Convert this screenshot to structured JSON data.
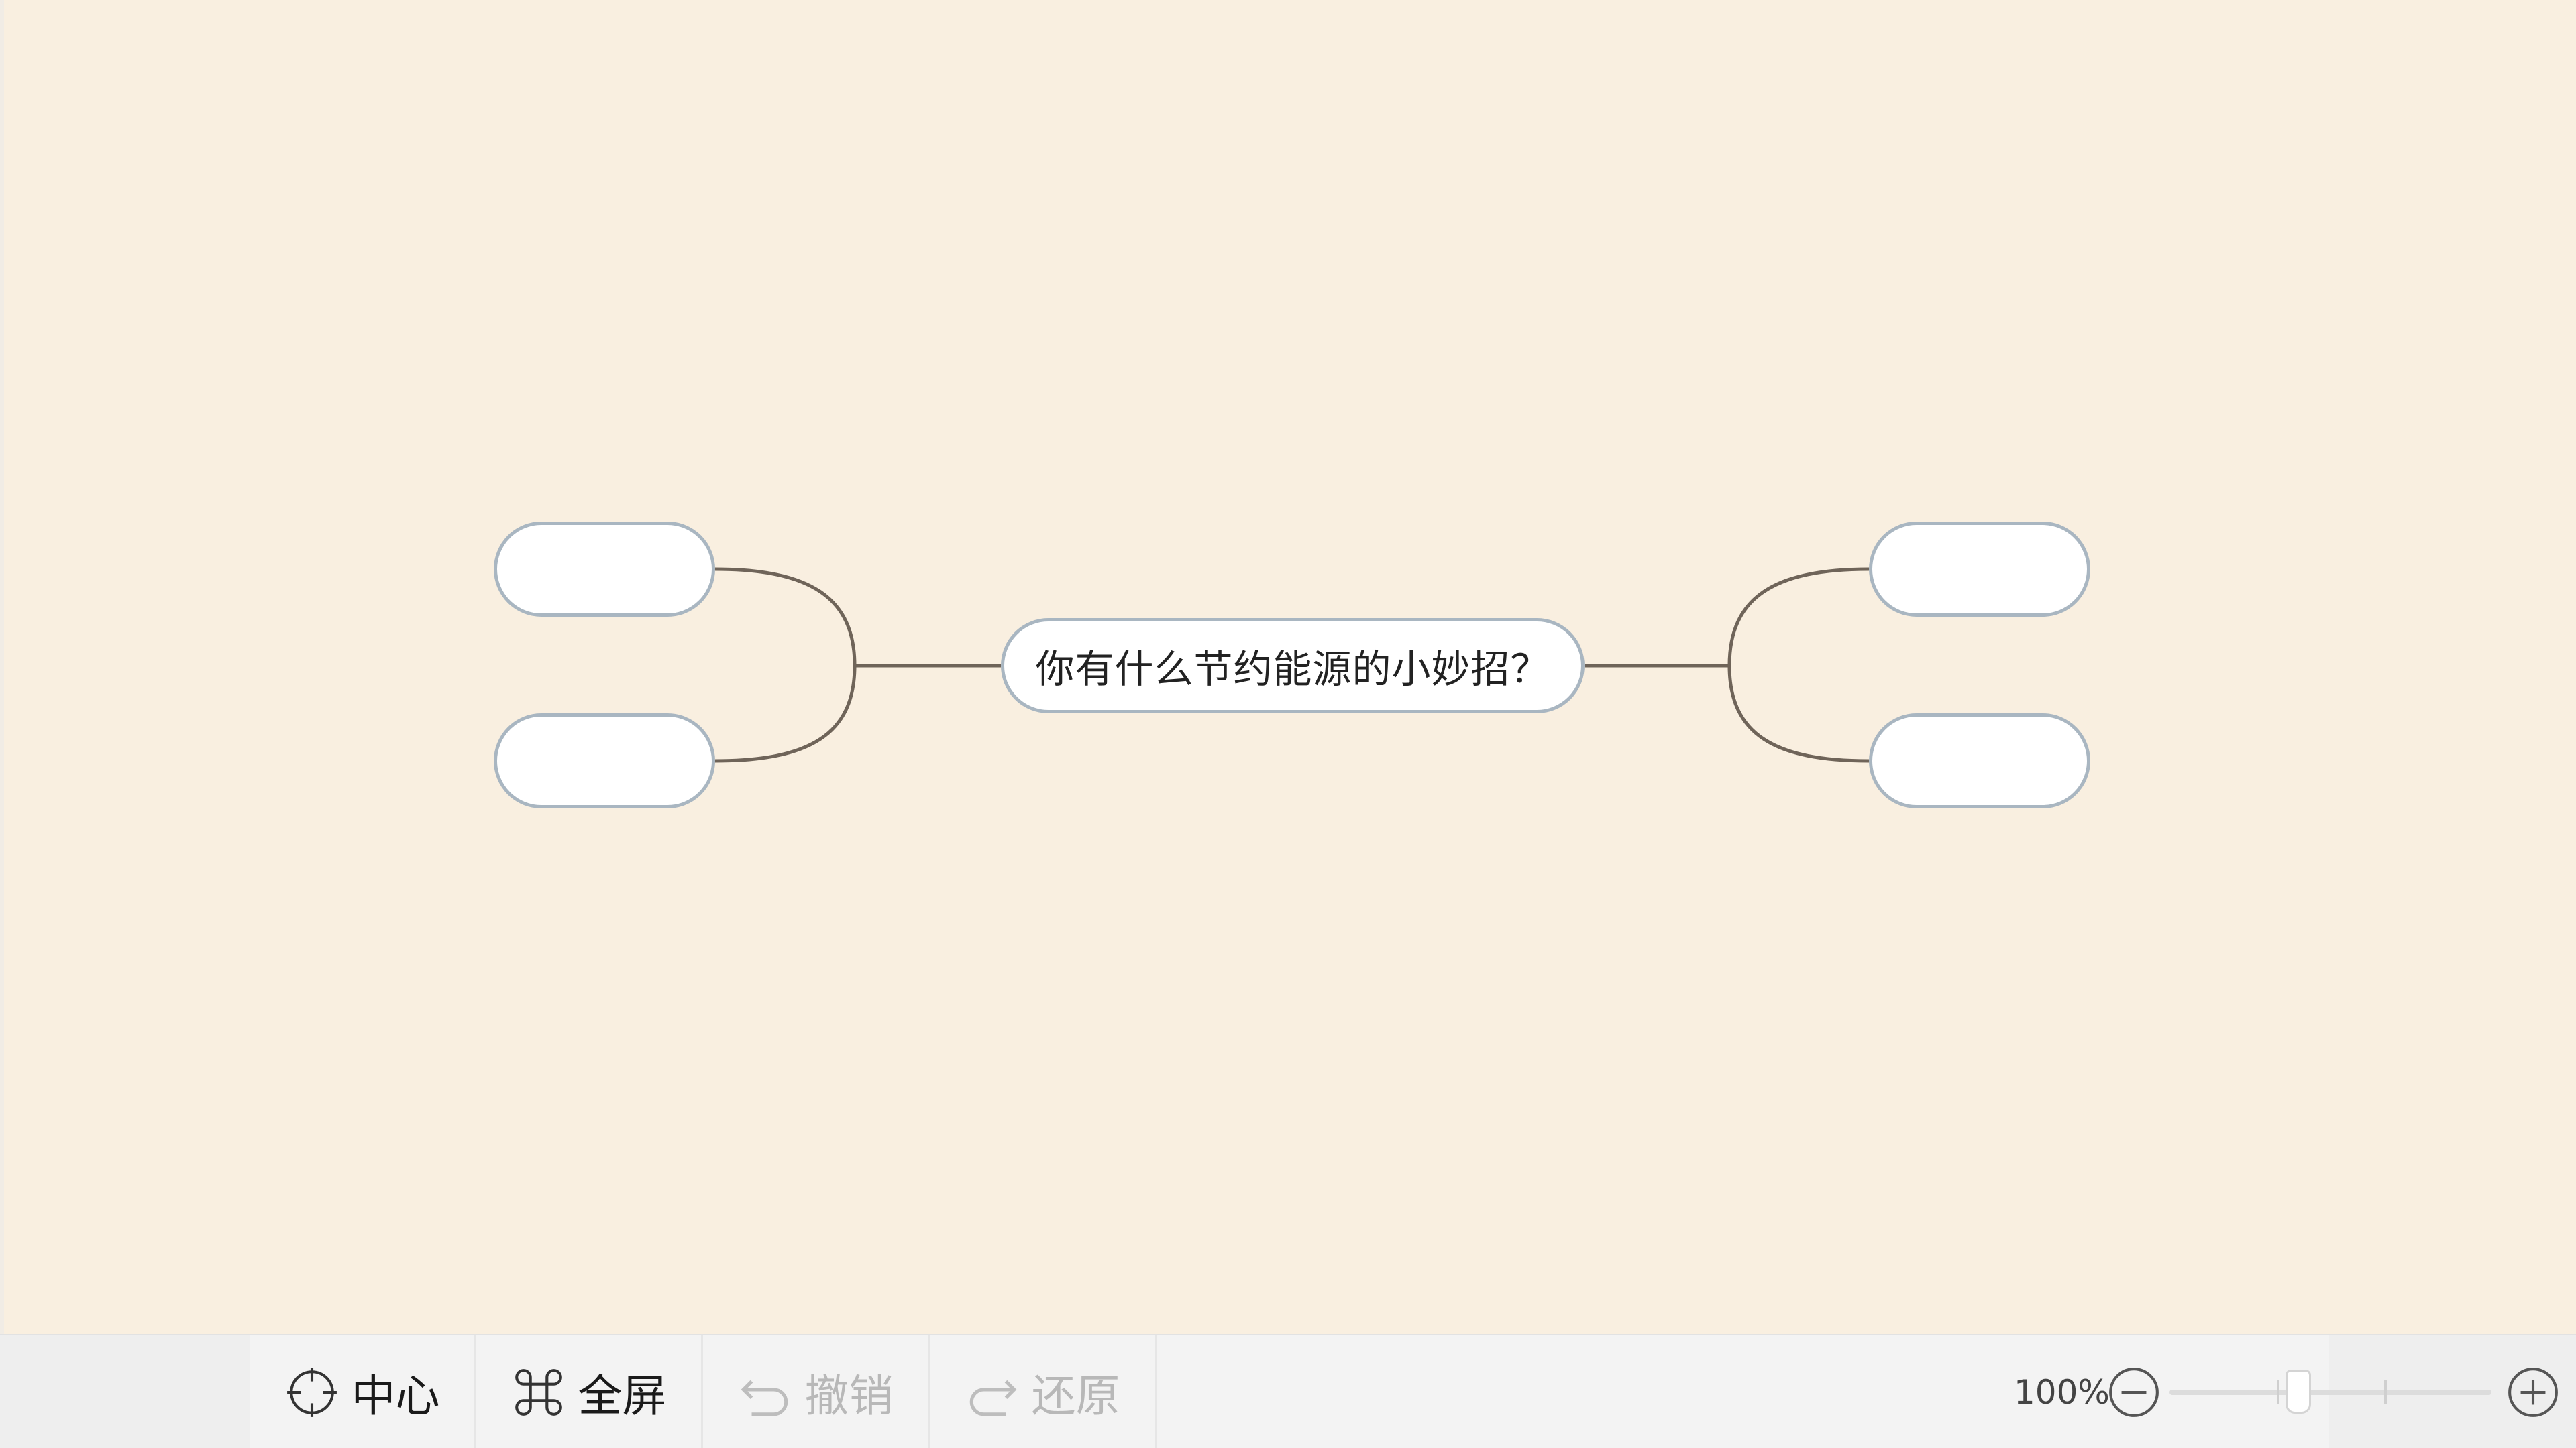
{
  "mindmap": {
    "central_topic": "你有什么节约能源的小妙招？",
    "subtopics": [
      {
        "label": ""
      },
      {
        "label": ""
      },
      {
        "label": ""
      },
      {
        "label": ""
      }
    ]
  },
  "toolbar": {
    "center_label": "中心",
    "fullscreen_label": "全屏",
    "undo_label": "撤销",
    "redo_label": "还原",
    "zoom_level": "100%",
    "zoom_fraction": 0.4,
    "icons": {
      "center": "crosshair-icon",
      "fullscreen": "command-icon",
      "undo": "undo-arrow-icon",
      "redo": "redo-arrow-icon",
      "zoom_out": "minus-circle-icon",
      "zoom_in": "plus-circle-icon"
    }
  },
  "colors": {
    "canvas_bg": "#f9efe0",
    "connector": "#6f6459",
    "node_border": "#a9b6c1",
    "toolbar_bg": "#f3f3f3",
    "disabled_text": "#b8b8b8"
  }
}
